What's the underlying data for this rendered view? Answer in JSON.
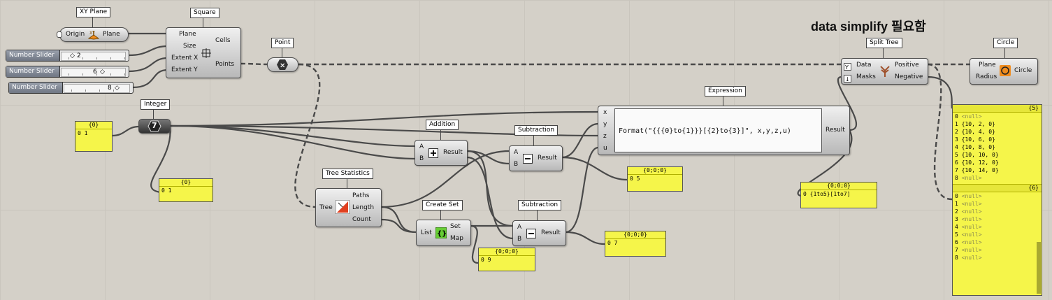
{
  "canvas_note": "data simplify 필요함",
  "components": {
    "xy_plane": {
      "title": "XY Plane",
      "input": "Origin",
      "output": "Plane"
    },
    "square": {
      "title": "Square",
      "inputs": [
        "Plane",
        "Size",
        "Extent X",
        "Extent Y"
      ],
      "outputs": [
        "Cells",
        "Points"
      ]
    },
    "point": {
      "title": "Point"
    },
    "split_tree": {
      "title": "Split Tree",
      "inputs": [
        "Data",
        "Masks"
      ],
      "outputs": [
        "Positive",
        "Negative"
      ]
    },
    "circle": {
      "title": "Circle",
      "inputs": [
        "Plane",
        "Radius"
      ],
      "output": "Circle"
    },
    "integer": {
      "title": "Integer",
      "value": "7"
    },
    "addition": {
      "title": "Addition",
      "inputs": [
        "A",
        "B"
      ],
      "output": "Result"
    },
    "subtraction1": {
      "title": "Subtraction",
      "inputs": [
        "A",
        "B"
      ],
      "output": "Result"
    },
    "subtraction2": {
      "title": "Subtraction",
      "inputs": [
        "A",
        "B"
      ],
      "output": "Result"
    },
    "expression": {
      "title": "Expression",
      "inputs": [
        "x",
        "y",
        "z",
        "u"
      ],
      "formula": "Format(\"{{{0}to{1}}}[{2}to{3}]\", x,y,z,u)",
      "output": "Result"
    },
    "tree_statistics": {
      "title": "Tree Statistics",
      "input": "Tree",
      "outputs": [
        "Paths",
        "Length",
        "Count"
      ]
    },
    "create_set": {
      "title": "Create Set",
      "input": "List",
      "outputs": [
        "Set",
        "Map"
      ]
    }
  },
  "sliders": [
    {
      "name": "Number Slider",
      "value": "2"
    },
    {
      "name": "Number Slider",
      "value": "6"
    },
    {
      "name": "Number Slider",
      "value": "8"
    }
  ],
  "panels": {
    "p_input": {
      "header": "{0}",
      "index": "0",
      "value": "1"
    },
    "p_integer": {
      "header": "{0}",
      "index": "0",
      "value": "1"
    },
    "p_sub1": {
      "header": "{0;0;0}",
      "index": "0",
      "value": "5"
    },
    "p_sub2": {
      "header": "{0;0;0}",
      "index": "0",
      "value": "7"
    },
    "p_set": {
      "header": "{0;0;0}",
      "index": "0",
      "value": "9"
    },
    "p_expr": {
      "header": "{0;0;0}",
      "index": "0",
      "value": "{1to5}[1to7]"
    },
    "p_big": {
      "header1": "{5}",
      "rows1": [
        {
          "i": "0",
          "v": "<null>"
        },
        {
          "i": "1",
          "v": "{10, 2, 0}"
        },
        {
          "i": "2",
          "v": "{10, 4, 0}"
        },
        {
          "i": "3",
          "v": "{10, 6, 0}"
        },
        {
          "i": "4",
          "v": "{10, 8, 0}"
        },
        {
          "i": "5",
          "v": "{10, 10, 0}"
        },
        {
          "i": "6",
          "v": "{10, 12, 0}"
        },
        {
          "i": "7",
          "v": "{10, 14, 0}"
        },
        {
          "i": "8",
          "v": "<null>"
        }
      ],
      "header2": "{6}",
      "rows2": [
        {
          "i": "0",
          "v": "<null>"
        },
        {
          "i": "1",
          "v": "<null>"
        },
        {
          "i": "2",
          "v": "<null>"
        },
        {
          "i": "3",
          "v": "<null>"
        },
        {
          "i": "4",
          "v": "<null>"
        },
        {
          "i": "5",
          "v": "<null>"
        },
        {
          "i": "6",
          "v": "<null>"
        },
        {
          "i": "7",
          "v": "<null>"
        },
        {
          "i": "8",
          "v": "<null>"
        }
      ]
    }
  },
  "colors": {
    "panel": "#f5f54a",
    "canvas": "#d4d0c8",
    "wire": "#4a4a4a"
  }
}
